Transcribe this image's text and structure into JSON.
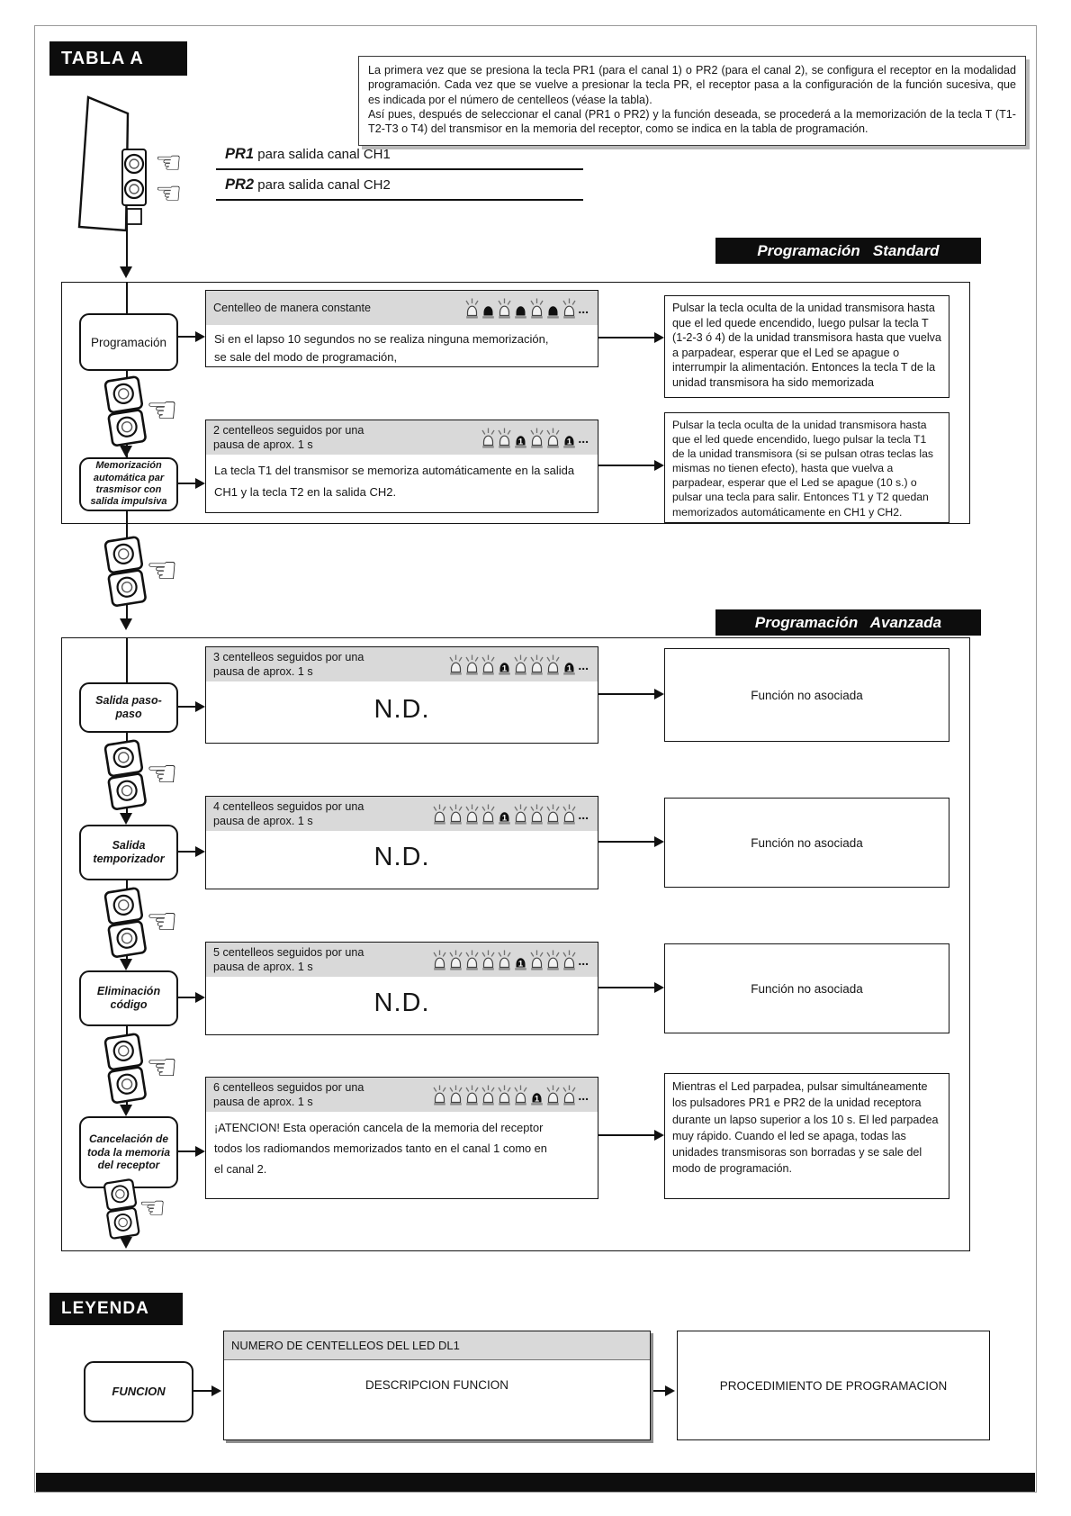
{
  "page": {
    "table_label": "TABLA A",
    "legend_label": "LEYENDA"
  },
  "intro": {
    "p1": "La primera vez que se presiona la tecla PR1 (para el canal 1) o PR2 (para el canal 2), se configura el receptor en la modalidad programación. Cada vez que se vuelve a presionar la tecla PR, el receptor pasa a la configuración de la función sucesiva, que es indicada por el número de centelleos (véase la tabla).",
    "p2": "Así pues, después de seleccionar el canal (PR1 o PR2) y la función deseada, se procederá a la memorización de la tecla T (T1-T2-T3 o T4) del transmisor en la memoria del receptor, como se indica en la tabla de programación."
  },
  "device": {
    "pr1": "PR1",
    "pr1_rest": " para salida canal CH1",
    "pr2": "PR2",
    "pr2_rest": " para salida canal CH2"
  },
  "sections": {
    "standard": "Programación   Standard",
    "advanced": "Programación   Avanzada"
  },
  "flow": {
    "rows": [
      {
        "name": "Programación",
        "caption": "Centelleo de manera constante",
        "leds": [
          "on",
          "off",
          "on",
          "off",
          "on",
          "off",
          "on"
        ],
        "body": "Si en el lapso 10 segundos no se realiza ninguna memorización,\nse sale del modo de programación,",
        "right": "Pulsar la tecla oculta de la unidad transmisora hasta que el led quede encendido, luego pulsar la tecla T (1-2-3 ó 4) de la unidad transmisora hasta que vuelva a parpadear, esperar que el Led se apague o interrumpir la alimentación. Entonces la tecla T de la unidad transmisora ha sido memorizada"
      },
      {
        "name": "Memorización automática par trasmisor con salida impulsiva",
        "caption": "2 centelleos seguidos por una\npausa de aprox. 1 s",
        "leds": [
          "on",
          "on",
          "p1",
          "on",
          "on",
          "p1"
        ],
        "body": "La tecla T1 del transmisor se memoriza automáticamente en la salida CH1 y la tecla T2 en la salida CH2.",
        "right": "Pulsar la tecla oculta de la unidad transmisora hasta que el led quede encendido, luego pulsar la tecla T1 de la unidad transmisora (si se pulsan otras teclas las mismas no tienen efecto), hasta que vuelva a parpadear, esperar que el Led se apague (10 s.) o pulsar una tecla para salir. Entonces T1 y T2 quedan memorizados automáticamente en CH1 y CH2."
      },
      {
        "name": "Salida paso-paso",
        "caption": "3 centelleos seguidos por una\npausa de aprox. 1 s",
        "leds": [
          "on",
          "on",
          "on",
          "p1",
          "on",
          "on",
          "on",
          "p1"
        ],
        "nd": "N.D.",
        "right": "Función no asociada"
      },
      {
        "name": "Salida temporizador",
        "caption": "4 centelleos seguidos por una\npausa de aprox. 1 s",
        "leds": [
          "on",
          "on",
          "on",
          "on",
          "p1",
          "on",
          "on",
          "on",
          "on"
        ],
        "nd": "N.D.",
        "right": "Función no asociada"
      },
      {
        "name": "Eliminación código",
        "caption": "5 centelleos seguidos por una\npausa de aprox. 1 s",
        "leds": [
          "on",
          "on",
          "on",
          "on",
          "on",
          "p1",
          "on",
          "on",
          "on"
        ],
        "nd": "N.D.",
        "right": "Función no asociada"
      },
      {
        "name": "Cancelación de toda la memoria del receptor",
        "caption": "6 centelleos seguidos por una\npausa de aprox. 1 s",
        "leds": [
          "on",
          "on",
          "on",
          "on",
          "on",
          "on",
          "p1",
          "on",
          "on"
        ],
        "body": "¡ATENCION! Esta operación cancela de la memoria del receptor\ntodos los radiomandos memorizados tanto en el canal 1 como en\nel canal 2.",
        "right": "Mientras el Led parpadea, pulsar simultáneamente los pulsadores PR1 e PR2 de la unidad receptora durante un lapso superior a los 10 s. El led parpadea muy rápido. Cuando el led se apaga, todas las unidades transmisoras son borradas y se sale del modo de programación."
      }
    ]
  },
  "legend": {
    "function_label": "FUNCION",
    "header": "NUMERO DE CENTELLEOS DEL LED DL1",
    "body": "DESCRIPCION FUNCION",
    "procedure": "PROCEDIMIENTO DE PROGRAMACION"
  },
  "icons": {
    "pointing_hand": "☜",
    "pause_label": "1",
    "ellipsis": "..."
  },
  "colors": {
    "band_gray": "#d9d9d9",
    "bar_black": "#0d0d0d"
  }
}
